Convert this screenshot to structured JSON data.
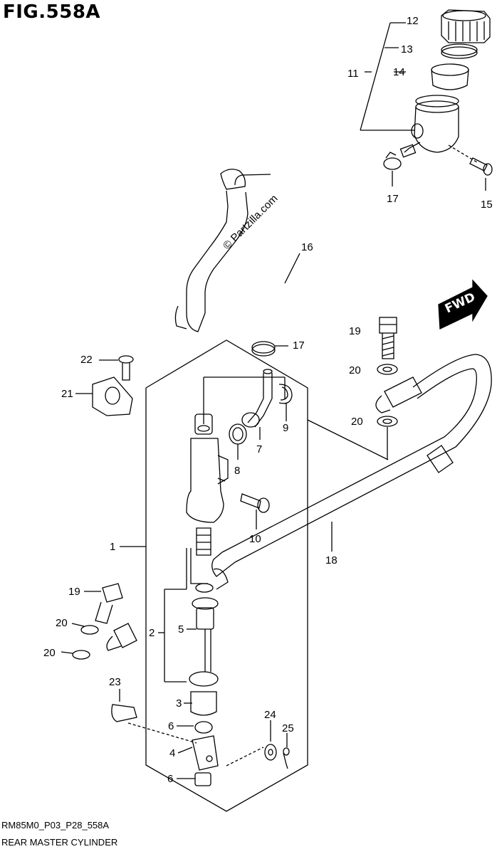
{
  "header": {
    "title": "FIG.558A"
  },
  "footer": {
    "code": "RM85M0_P03_P28_558A",
    "name": "REAR MASTER CYLINDER"
  },
  "watermark": "© Partzilla.com",
  "fwd_badge": "FWD",
  "callouts": [
    {
      "id": "c12",
      "text": "12"
    },
    {
      "id": "c13",
      "text": "13"
    },
    {
      "id": "c14",
      "text": "14"
    },
    {
      "id": "c11",
      "text": "11"
    },
    {
      "id": "c17a",
      "text": "17"
    },
    {
      "id": "c15",
      "text": "15"
    },
    {
      "id": "c16",
      "text": "16"
    },
    {
      "id": "c17b",
      "text": "17"
    },
    {
      "id": "c19a",
      "text": "19"
    },
    {
      "id": "c20a",
      "text": "20"
    },
    {
      "id": "c20b",
      "text": "20"
    },
    {
      "id": "c22",
      "text": "22"
    },
    {
      "id": "c21",
      "text": "21"
    },
    {
      "id": "c9",
      "text": "9"
    },
    {
      "id": "c7",
      "text": "7"
    },
    {
      "id": "c8",
      "text": "8"
    },
    {
      "id": "c10",
      "text": "10"
    },
    {
      "id": "c1",
      "text": "1"
    },
    {
      "id": "c18",
      "text": "18"
    },
    {
      "id": "c19b",
      "text": "19"
    },
    {
      "id": "c20c",
      "text": "20"
    },
    {
      "id": "c20d",
      "text": "20"
    },
    {
      "id": "c2",
      "text": "2"
    },
    {
      "id": "c5",
      "text": "5"
    },
    {
      "id": "c23",
      "text": "23"
    },
    {
      "id": "c3",
      "text": "3"
    },
    {
      "id": "c6a",
      "text": "6"
    },
    {
      "id": "c24",
      "text": "24"
    },
    {
      "id": "c25",
      "text": "25"
    },
    {
      "id": "c4",
      "text": "4"
    },
    {
      "id": "c6b",
      "text": "6"
    }
  ]
}
